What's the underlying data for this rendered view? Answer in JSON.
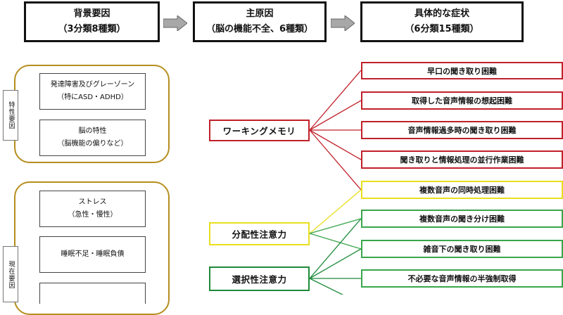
{
  "header": {
    "background": {
      "title": "背景要因",
      "subtitle": "（3分類8種類）"
    },
    "main_cause": {
      "title": "主原因",
      "subtitle": "（脳の機能不全、6種類）"
    },
    "symptoms": {
      "title": "具体的な症状",
      "subtitle": "（6分類15種類）"
    }
  },
  "groups": {
    "trait": {
      "tab_label": "特性要因",
      "factors": [
        {
          "line1": "発達障害及びグレーゾーン",
          "line2": "（特にASD・ADHD）"
        },
        {
          "line1": "脳の特性",
          "line2": "（脳機能の偏りなど）"
        }
      ]
    },
    "current": {
      "tab_label": "現在要因",
      "factors": [
        {
          "line1": "ストレス",
          "line2": "（急性・慢性）"
        },
        {
          "line1": "睡眠不足・睡眠負債",
          "line2": ""
        }
      ]
    }
  },
  "causes": [
    {
      "label": "ワーキングメモリ",
      "color": "#c0202a"
    },
    {
      "label": "分配性注意力",
      "color": "#e8df1e"
    },
    {
      "label": "選択性注意力",
      "color": "#1e8a3a"
    }
  ],
  "symptoms": [
    {
      "label": "早口の聞き取り困難",
      "color": "#c0202a"
    },
    {
      "label": "取得した音声情報の想起困難",
      "color": "#c0202a"
    },
    {
      "label": "音声情報過多時の聞き取り困難",
      "color": "#c0202a"
    },
    {
      "label": "聞き取りと情報処理の並行作業困難",
      "color": "#c0202a"
    },
    {
      "label": "複数音声の同時処理困難",
      "color": "#e8df1e"
    },
    {
      "label": "複数音声の聞き分け困難",
      "color": "#3aa64a"
    },
    {
      "label": "雑音下の聞き取り困難",
      "color": "#3aa64a"
    },
    {
      "label": "不必要な音声情報の半強制取得",
      "color": "#3aa64a"
    }
  ],
  "colors": {
    "memory": "#c0202a",
    "divided": "#e8df1e",
    "selective": "#1e8a3a",
    "selective_light": "#3aa64a",
    "group_frame": "#b58e1e",
    "arrow": "#a8a8a8"
  }
}
